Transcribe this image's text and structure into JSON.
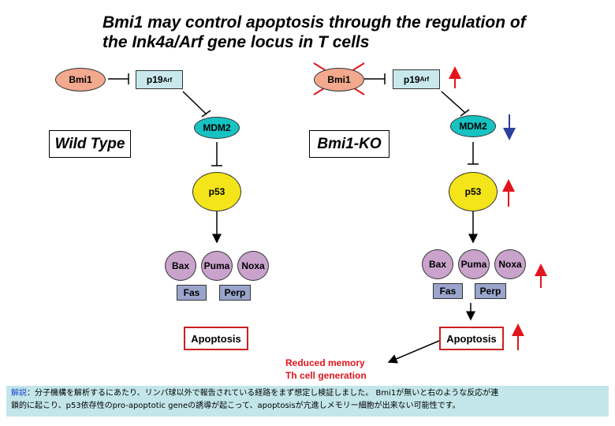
{
  "title_line1": "Bmi1 may control apoptosis through the regulation of",
  "title_line2": "the Ink4a/Arf gene locus in T cells",
  "wild": {
    "label": "Wild Type",
    "bmi1": "Bmi1",
    "p19": "p19",
    "p19_sup": "Arf",
    "mdm2": "MDM2",
    "p53": "p53",
    "bax": "Bax",
    "puma": "Puma",
    "noxa": "Noxa",
    "fas": "Fas",
    "perp": "Perp",
    "apoptosis": "Apoptosis"
  },
  "ko": {
    "label": "Bmi1-KO",
    "bmi1": "Bmi1",
    "p19": "p19",
    "p19_sup": "Arf",
    "mdm2": "MDM2",
    "p53": "p53",
    "bax": "Bax",
    "puma": "Puma",
    "noxa": "Noxa",
    "fas": "Fas",
    "perp": "Perp",
    "apoptosis": "Apoptosis",
    "reduced_line1": "Reduced memory",
    "reduced_line2": "Th cell generation"
  },
  "note": {
    "head": "解説",
    "line1": "：分子機構を解析するにあたり、リンパ球以外で報告されている経路をまず想定し検証しました。 Bmi1が無いと右のような反応が連",
    "line2": "鎖的に起こり、p53依存性のpro-apoptotic geneの誘導が起こって、apoptosisが亢進しメモリー細胞が出来ない可能性です。"
  },
  "colors": {
    "bmi1": "#f2a98e",
    "p19": "#c8e8ec",
    "mdm2": "#17c2c2",
    "p53": "#f4e41a",
    "bcl": "#c9a3cc",
    "fas": "#9aa5cc",
    "up_arrow": "#e0161c",
    "down_arrow": "#2c3f9f"
  }
}
